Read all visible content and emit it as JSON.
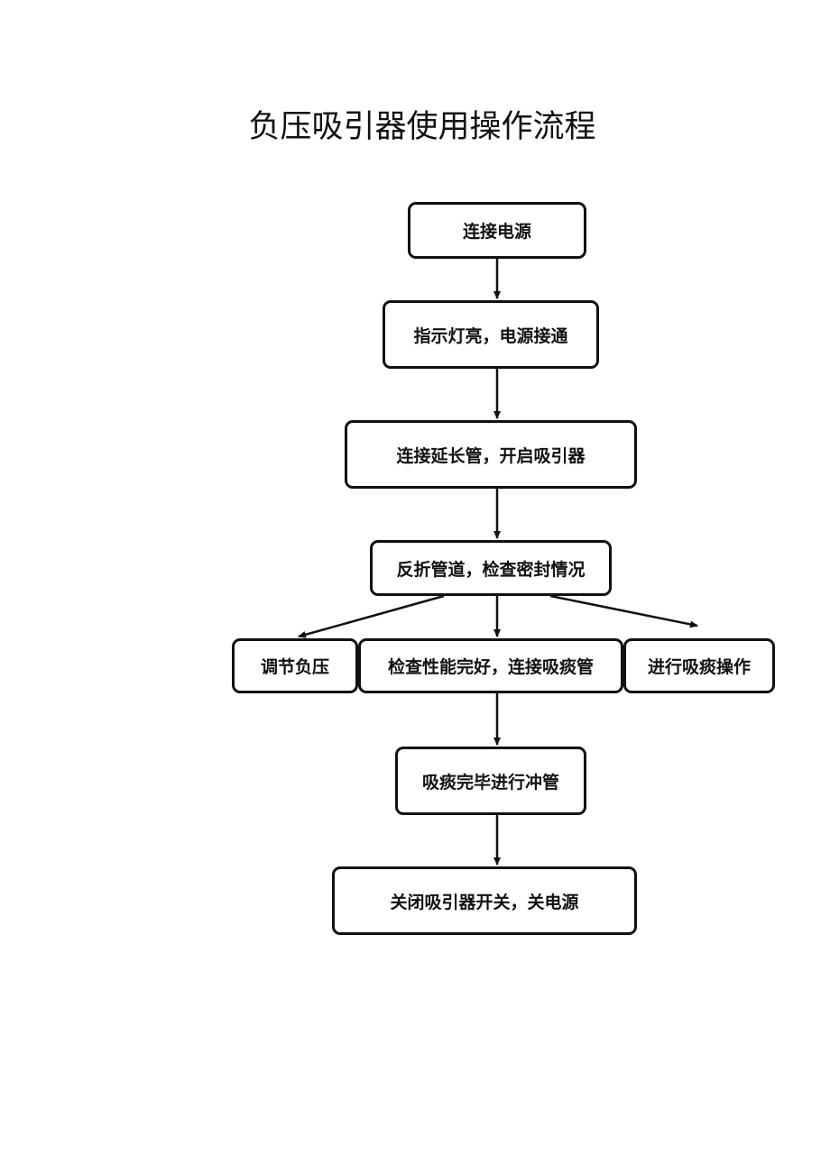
{
  "title": "负压吸引器使用操作流程",
  "flowchart": {
    "nodes": {
      "n1": "连接电源",
      "n2": "指示灯亮，电源接通",
      "n3": "连接延长管，开启吸引器",
      "n4": "反折管道，检查密封情况",
      "n5a": "调节负压",
      "n5b": "检查性能完好，连接吸痰管",
      "n5c": "进行吸痰操作",
      "n6": "吸痰完毕进行冲管",
      "n7": "关闭吸引器开关，关电源"
    },
    "edges": [
      [
        "n1",
        "n2"
      ],
      [
        "n2",
        "n3"
      ],
      [
        "n3",
        "n4"
      ],
      [
        "n4",
        "n5a"
      ],
      [
        "n4",
        "n5b"
      ],
      [
        "n4",
        "n5c"
      ],
      [
        "n5b",
        "n6"
      ],
      [
        "n6",
        "n7"
      ]
    ]
  },
  "colors": {
    "stroke": "#111111",
    "text": "#111111",
    "background": "#ffffff"
  }
}
